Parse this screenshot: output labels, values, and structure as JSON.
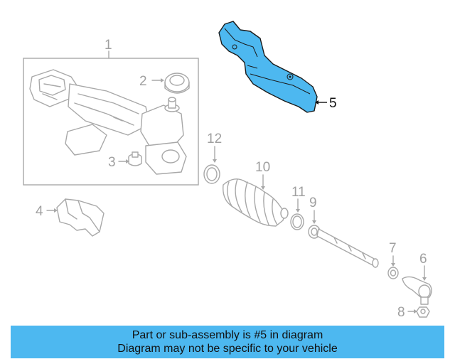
{
  "callouts": {
    "c1": "1",
    "c2": "2",
    "c3": "3",
    "c4": "4",
    "c5": "5",
    "c6": "6",
    "c7": "7",
    "c8": "8",
    "c9": "9",
    "c10": "10",
    "c11": "11",
    "c12": "12"
  },
  "highlight_color": "#4db8f0",
  "banner": {
    "line1": "Part or sub-assembly is #5 in diagram",
    "line2": "Diagram may not be specific to your vehicle",
    "background": "#4db8f0"
  }
}
